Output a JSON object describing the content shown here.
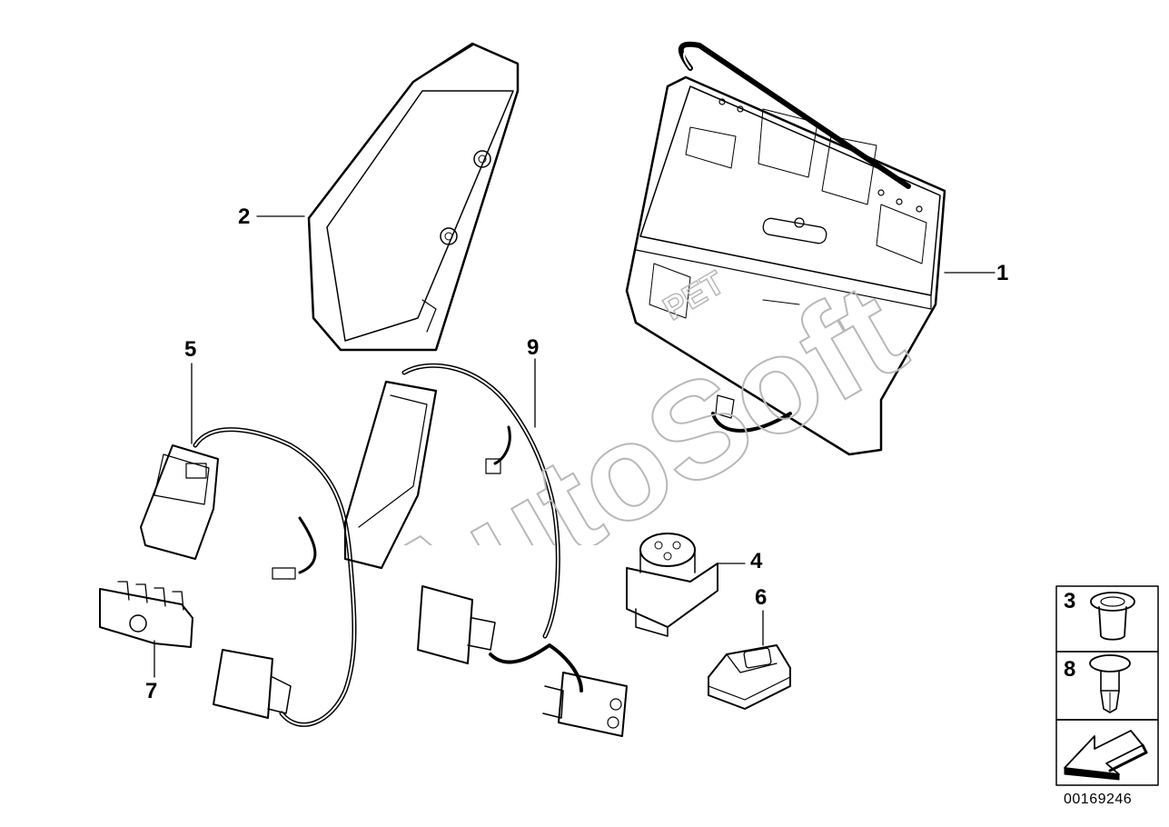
{
  "callouts": [
    {
      "id": "1",
      "label": "1"
    },
    {
      "id": "2",
      "label": "2"
    },
    {
      "id": "4",
      "label": "4"
    },
    {
      "id": "5",
      "label": "5"
    },
    {
      "id": "6",
      "label": "6"
    },
    {
      "id": "7",
      "label": "7"
    },
    {
      "id": "9",
      "label": "9"
    }
  ],
  "legend": {
    "items": [
      {
        "label": "3"
      },
      {
        "label": "8"
      }
    ]
  },
  "watermark": {
    "text": "AutoSoft",
    "badge": "PET"
  },
  "diagram_id": "00169246",
  "colors": {
    "line": "#000000",
    "fill": "#ffffff",
    "arrow_fill": "#ffffff"
  }
}
